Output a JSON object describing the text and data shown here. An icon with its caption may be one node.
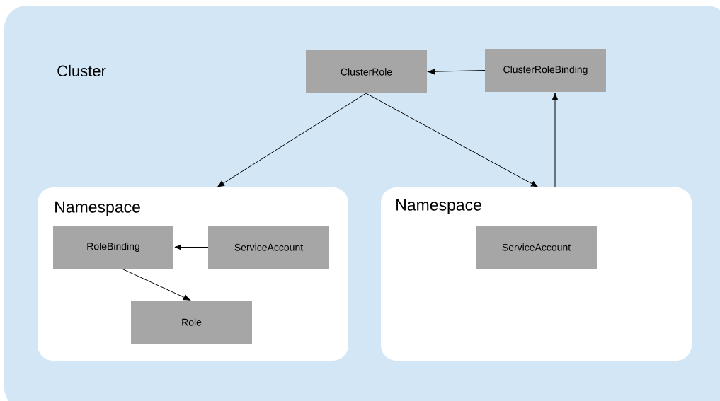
{
  "diagram": {
    "nodes": [
      {
        "text": [
          "Cluster"
        ]
      },
      {
        "text": [
          "ClusterRole"
        ],
        "in": 0
      },
      {
        "text": [
          "ClusterRoleBinding"
        ],
        "in": 0
      },
      {
        "text": [
          "Namespace"
        ],
        "in": 0
      },
      {
        "text": [
          "RoleBinding"
        ],
        "in": 3
      },
      {
        "text": [
          "ServiceAccount"
        ],
        "in": 3
      },
      {
        "text": [
          "Role"
        ],
        "in": 3
      },
      {
        "text": [
          "Namespace"
        ],
        "in": 0
      },
      {
        "text": [
          "ServiceAccount"
        ],
        "in": 7
      }
    ],
    "edges": [
      {
        "from": 2,
        "to": 1,
        "arrow": "to"
      },
      {
        "from": 1,
        "to": 3,
        "arrow": "to"
      },
      {
        "from": 1,
        "to": 7,
        "arrow": "to"
      },
      {
        "from": 7,
        "to": 2,
        "arrow": "to"
      },
      {
        "from": 5,
        "to": 4,
        "arrow": "to"
      },
      {
        "from": 4,
        "to": 6,
        "arrow": "to"
      }
    ]
  }
}
